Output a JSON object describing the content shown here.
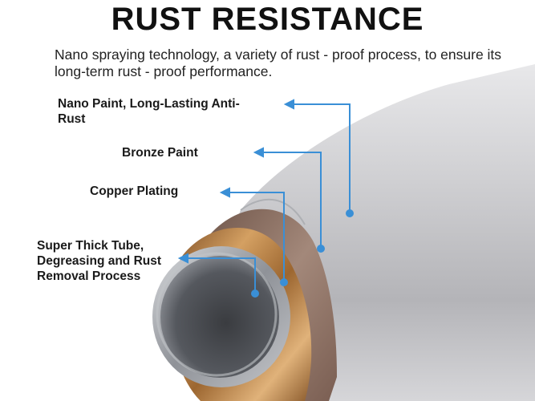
{
  "header": {
    "title": "RUST RESISTANCE",
    "description": "Nano spraying technology, a variety of rust - proof process, to ensure its long-term rust - proof performance."
  },
  "layers": [
    {
      "id": "nano",
      "label": "Nano Paint, Long-Lasting Anti-Rust"
    },
    {
      "id": "bronze",
      "label": "Bronze Paint"
    },
    {
      "id": "copper",
      "label": "Copper Plating"
    },
    {
      "id": "tube",
      "label": "Super Thick Tube, Degreasing and Rust Removal Process"
    }
  ],
  "colors": {
    "callout_line": "#3a8fd6",
    "outer_coat": "#c9c9cc",
    "bronze": "#8a6a5c",
    "copper": "#b07a3a",
    "steel": "#9a9da3"
  }
}
